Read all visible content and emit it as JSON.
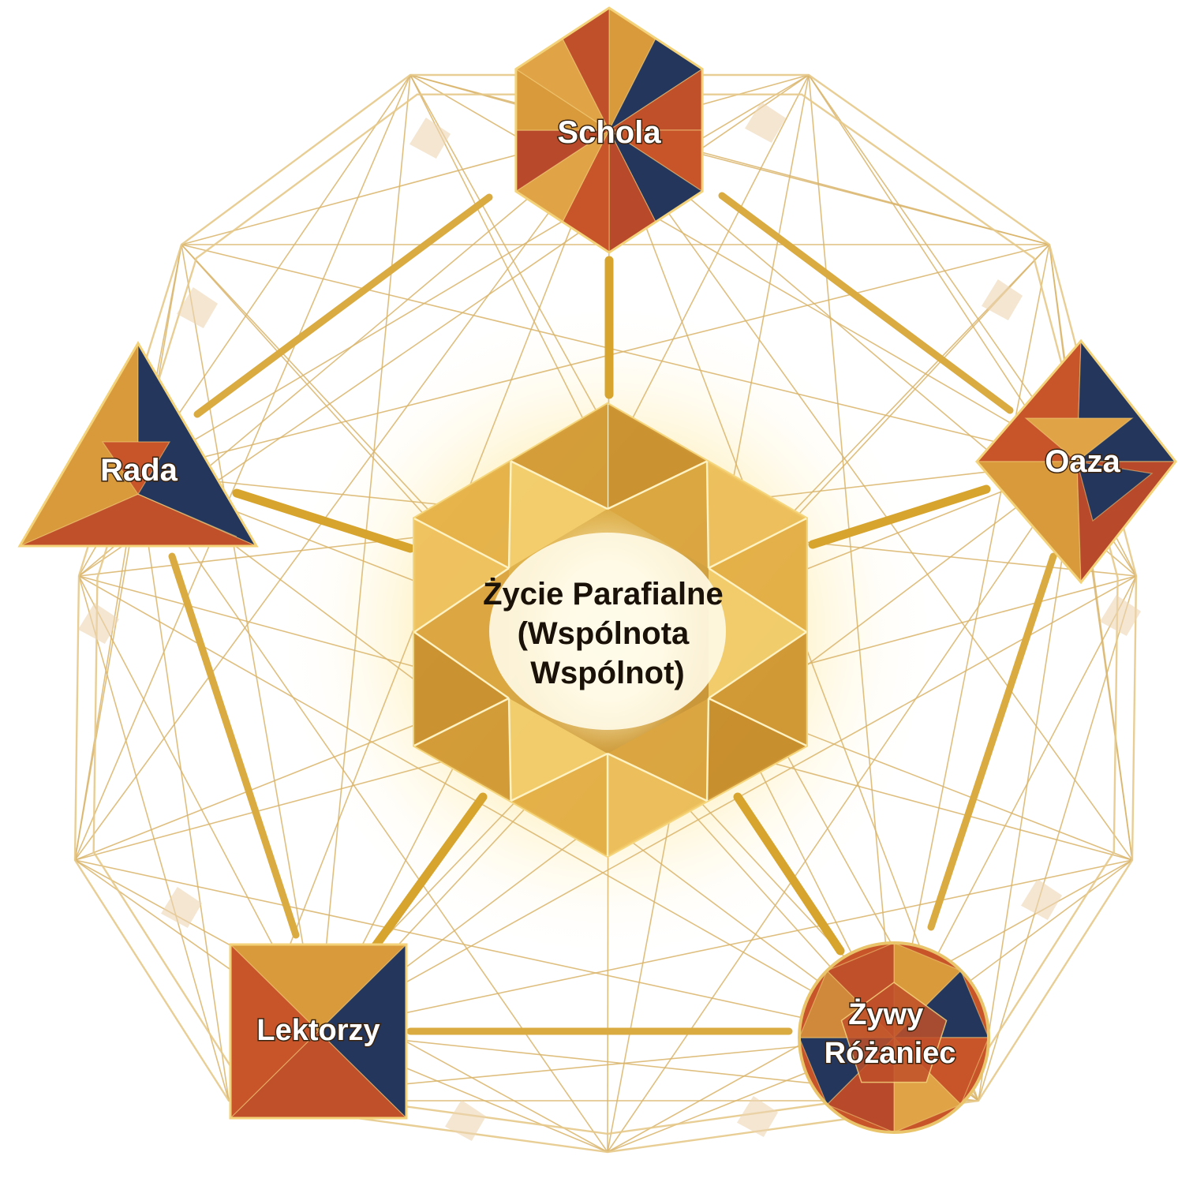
{
  "center": {
    "lines": [
      "Życie Parafialne",
      "(Wspólnota",
      "Wspólnot)"
    ]
  },
  "nodes": [
    {
      "id": "schola",
      "lines": [
        "Schola"
      ],
      "shape": "icosahedron-hexagon"
    },
    {
      "id": "oaza",
      "lines": [
        "Oaza"
      ],
      "shape": "octahedron-diamond"
    },
    {
      "id": "zywy-rozaniec",
      "lines": [
        "Żywy",
        "Różaniec"
      ],
      "shape": "dodecahedron-circle"
    },
    {
      "id": "lektorzy",
      "lines": [
        "Lektorzy"
      ],
      "shape": "cube-square"
    },
    {
      "id": "rada",
      "lines": [
        "Rada"
      ],
      "shape": "tetrahedron-triangle"
    }
  ],
  "colors": {
    "gold": "#d7a52e",
    "gold_light": "#f3d27a",
    "orange_red": "#c8542a",
    "navy": "#24365c",
    "line_gold": "#d9b46a",
    "glow": "#fff1b8"
  }
}
